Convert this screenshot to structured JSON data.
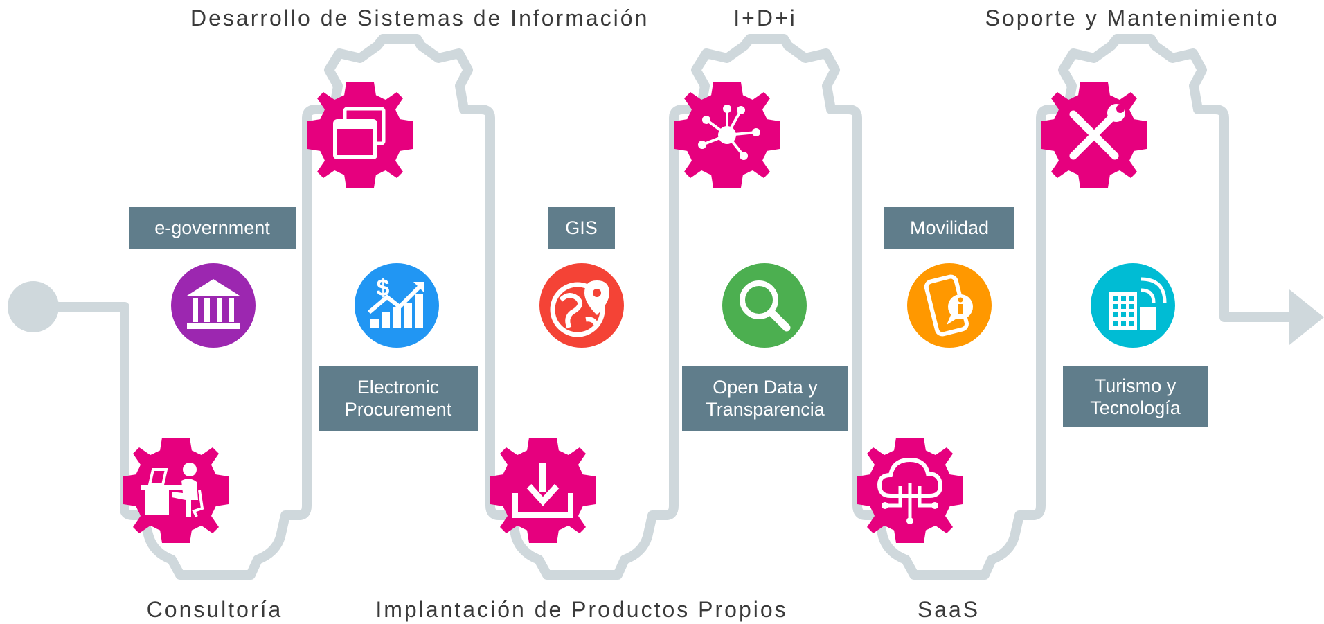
{
  "stages": [
    {
      "name": "Consultoría",
      "icon": "consultant-desk-icon"
    },
    {
      "name": "Desarrollo de Sistemas de Información",
      "icon": "windows-icon"
    },
    {
      "name": "Implantación de Productos Propios",
      "icon": "download-icon"
    },
    {
      "name": "I+D+i",
      "icon": "network-hub-icon"
    },
    {
      "name": "SaaS",
      "icon": "cloud-network-icon"
    },
    {
      "name": "Soporte y Mantenimiento",
      "icon": "tools-icon"
    }
  ],
  "areas": [
    {
      "label": "e-government",
      "icon": "government-building-icon",
      "color": "#9c27b0"
    },
    {
      "label": "Electronic\nProcurement",
      "icon": "growth-chart-icon",
      "color": "#2196f3"
    },
    {
      "label": "GIS",
      "icon": "globe-pin-icon",
      "color": "#f44336"
    },
    {
      "label": "Open Data y\nTransparencia",
      "icon": "magnifier-icon",
      "color": "#4caf50"
    },
    {
      "label": "Movilidad",
      "icon": "mobile-info-icon",
      "color": "#ff9800"
    },
    {
      "label": "Turismo y\nTecnología",
      "icon": "smart-building-icon",
      "color": "#00bcd4"
    }
  ],
  "colors": {
    "gear": "#e6007e",
    "track": "#cfd8dc",
    "tag": "#607d8b"
  }
}
